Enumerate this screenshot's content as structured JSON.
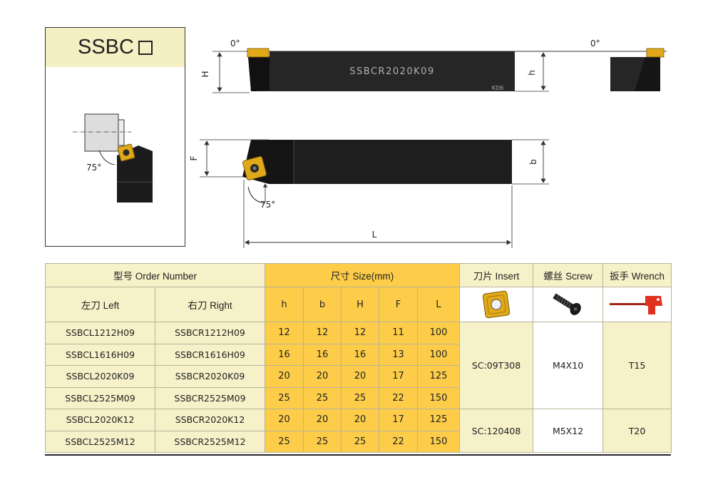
{
  "title": "SSBC",
  "drawing": {
    "body_marking": "SSBCR2020K09",
    "brand_mark": "KD6",
    "angle_top_left": "0°",
    "angle_top_right": "0°",
    "angle_side": "75°",
    "angle_schematic": "75°",
    "dim_H": "H",
    "dim_h": "h",
    "dim_F": "F",
    "dim_b": "b",
    "dim_L": "L"
  },
  "table": {
    "header_order": "型号 Order Number",
    "header_size": "尺寸 Size(mm)",
    "header_insert": "刀片 Insert",
    "header_screw": "螺丝 Screw",
    "header_wrench": "扳手 Wrench",
    "header_left": "左刀 Left",
    "header_right": "右刀 Right",
    "col_h": "h",
    "col_b": "b",
    "col_H": "H",
    "col_F": "F",
    "col_L": "L",
    "rows": [
      {
        "left": "SSBCL1212H09",
        "right": "SSBCR1212H09",
        "h": "12",
        "b": "12",
        "H": "12",
        "F": "11",
        "L": "100"
      },
      {
        "left": "SSBCL1616H09",
        "right": "SSBCR1616H09",
        "h": "16",
        "b": "16",
        "H": "16",
        "F": "13",
        "L": "100"
      },
      {
        "left": "SSBCL2020K09",
        "right": "SSBCR2020K09",
        "h": "20",
        "b": "20",
        "H": "20",
        "F": "17",
        "L": "125"
      },
      {
        "left": "SSBCL2525M09",
        "right": "SSBCR2525M09",
        "h": "25",
        "b": "25",
        "H": "25",
        "F": "22",
        "L": "150"
      },
      {
        "left": "SSBCL2020K12",
        "right": "SSBCR2020K12",
        "h": "20",
        "b": "20",
        "H": "20",
        "F": "17",
        "L": "125"
      },
      {
        "left": "SSBCL2525M12",
        "right": "SSBCR2525M12",
        "h": "25",
        "b": "25",
        "H": "25",
        "F": "22",
        "L": "150"
      }
    ],
    "group1": {
      "insert": "SC:09T308",
      "screw": "M4X10",
      "wrench": "T15"
    },
    "group2": {
      "insert": "SC:120408",
      "screw": "M5X12",
      "wrench": "T20"
    }
  },
  "colors": {
    "cream": "#f6f1c8",
    "orange": "#fdcd4a",
    "tool_black": "#1c1c1c",
    "insert_gold": "#e0a91a",
    "wrench_red": "#e0301e"
  }
}
